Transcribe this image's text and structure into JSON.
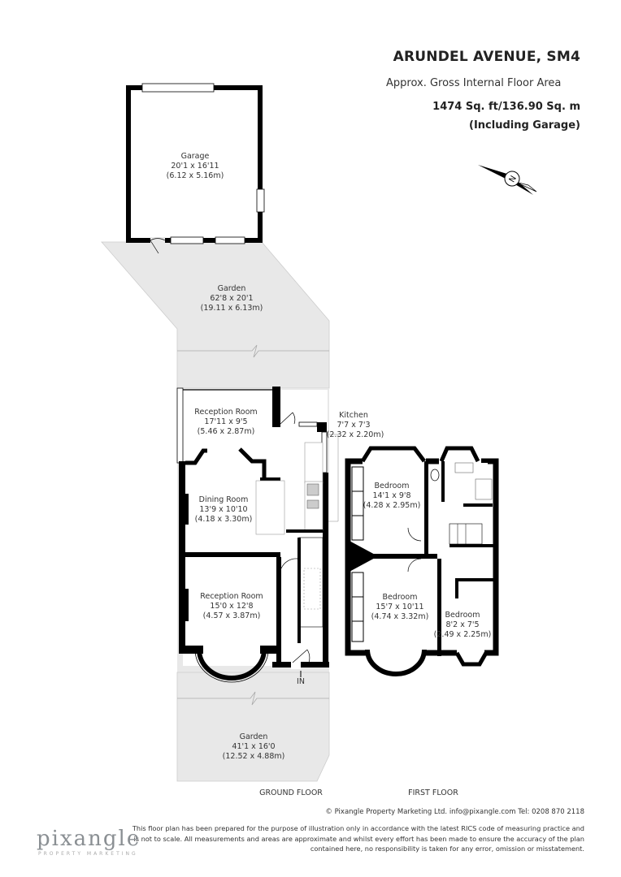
{
  "header": {
    "title": "ARUNDEL AVENUE, SM4",
    "subtitle": "Approx. Gross Internal Floor Area",
    "area": "1474 Sq. ft/136.90 Sq. m",
    "area_note": "(Including Garage)"
  },
  "compass": {
    "icon": "compass-north-icon",
    "letter": "N"
  },
  "rooms": {
    "garage": {
      "name": "Garage",
      "imperial": "20'1 x 16'11",
      "metric": "(6.12 x 5.16m)"
    },
    "garden_rear": {
      "name": "Garden",
      "imperial": "62'8 x 20'1",
      "metric": "(19.11 x 6.13m)"
    },
    "reception_rear": {
      "name": "Reception Room",
      "imperial": "17'11 x 9'5",
      "metric": "(5.46 x 2.87m)"
    },
    "kitchen": {
      "name": "Kitchen",
      "imperial": "7'7 x 7'3",
      "metric": "(2.32 x 2.20m)"
    },
    "dining": {
      "name": "Dining Room",
      "imperial": "13'9 x 10'10",
      "metric": "(4.18 x 3.30m)"
    },
    "reception_front": {
      "name": "Reception Room",
      "imperial": "15'0 x 12'8",
      "metric": "(4.57 x 3.87m)"
    },
    "garden_front": {
      "name": "Garden",
      "imperial": "41'1 x 16'0",
      "metric": "(12.52 x 4.88m)"
    },
    "bedroom1": {
      "name": "Bedroom",
      "imperial": "14'1 x 9'8",
      "metric": "(4.28 x 2.95m)"
    },
    "bedroom2": {
      "name": "Bedroom",
      "imperial": "15'7 x 10'11",
      "metric": "(4.74 x 3.32m)"
    },
    "bedroom3": {
      "name": "Bedroom",
      "imperial": "8'2 x 7'5",
      "metric": "(2.49 x 2.25m)"
    }
  },
  "entrance_label": "IN",
  "floors": {
    "ground": "GROUND FLOOR",
    "first": "FIRST FLOOR"
  },
  "footer": {
    "copyright": "© Pixangle Property Marketing Ltd. info@pixangle.com Tel: 0208 870 2118",
    "disclaimer": "This floor plan has been prepared for the purpose of illustration only in accordance with the latest RICS code of measuring practice and is not to scale. All measurements and areas are approximate and whilst every effort has been made to ensure the accuracy of the plan contained here, no responsibility is taken for any error, omission or misstatement.",
    "logo": "pixangle",
    "logo_tagline": "PROPERTY MARKETING"
  },
  "colors": {
    "wall": "#000000",
    "garden": "#e8e8e8",
    "text": "#222222"
  }
}
